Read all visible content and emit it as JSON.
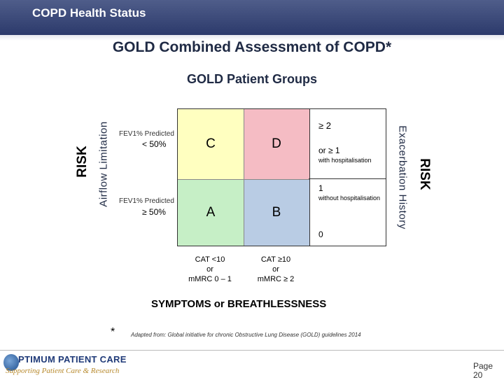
{
  "header": {
    "title": "COPD Health Status"
  },
  "slide": {
    "title": "GOLD Combined Assessment of COPD*",
    "subtitle": "GOLD Patient Groups"
  },
  "left_axis": {
    "risk_label": "RISK",
    "airflow_label": "Airflow Limitation"
  },
  "right_axis": {
    "risk_label": "RISK",
    "exacerbation_label": "Exacerbation History"
  },
  "grid": {
    "top_left": "C",
    "top_right": "D",
    "bottom_left": "A",
    "bottom_right": "B",
    "colors": {
      "C": "#ffffc0",
      "D": "#f5bcc4",
      "A": "#c6efc6",
      "B": "#b9cce4"
    }
  },
  "fev": {
    "top_label": "FEV1% Predicted",
    "top_value": "< 50%",
    "bottom_label": "FEV1% Predicted",
    "bottom_value": "≥ 50%"
  },
  "exacerbations": {
    "top": "≥ 2",
    "middle": "or ≥ 1",
    "middle_sub": "with hospitalisation",
    "one": "1",
    "one_sub": "without hospitalisation",
    "zero": "0"
  },
  "cat": {
    "left_line1": "CAT <10",
    "left_line2": "or",
    "left_line3": "mMRC 0 – 1",
    "right_line1": "CAT ≥10",
    "right_line2": "or",
    "right_line3": "mMRC ≥ 2"
  },
  "x_axis_label": "SYMPTOMS or BREATHLESSNESS",
  "footnote": {
    "marker": "*",
    "text": "Adapted from: Global initiative for chronic Obstructive Lung Disease (GOLD) guidelines 2014"
  },
  "footer": {
    "logo_title": "PTIMUM PATIENT CARE",
    "logo_subtitle": "Supporting Patient Care & Research",
    "page_label": "Page 20"
  }
}
